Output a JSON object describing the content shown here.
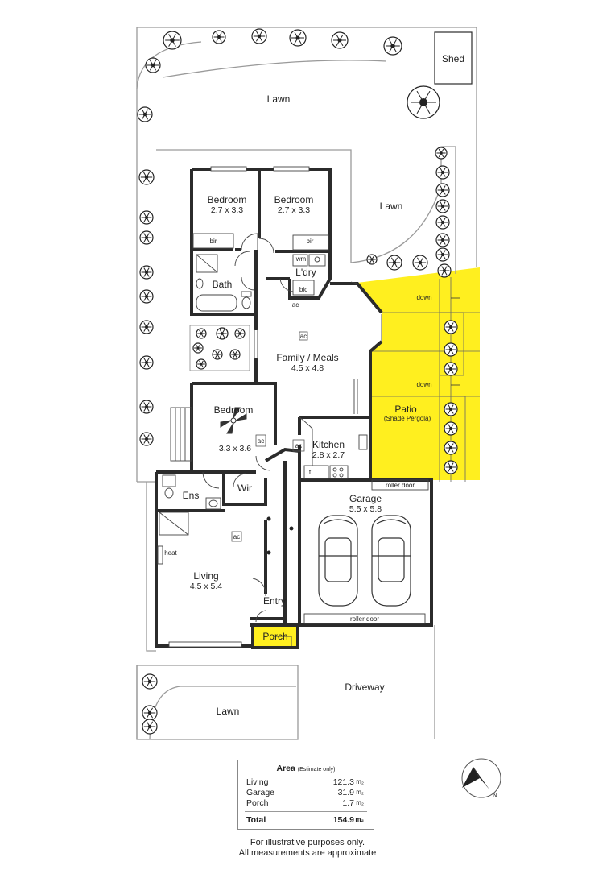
{
  "plan": {
    "rooms": {
      "lawn_top": "Lawn",
      "shed": "Shed",
      "lawn_right": "Lawn",
      "bedroom1_name": "Bedroom",
      "bedroom1_dim": "2.7 x 3.3",
      "bedroom2_name": "Bedroom",
      "bedroom2_dim": "2.7 x 3.3",
      "bath": "Bath",
      "laundry": "L'dry",
      "family_name": "Family / Meals",
      "family_dim": "4.5 x 4.8",
      "bedroom3_name": "Bedroom",
      "bedroom3_dim": "3.3 x 3.6",
      "kitchen_name": "Kitchen",
      "kitchen_dim": "2.8 x 2.7",
      "patio_name": "Patio",
      "patio_sub": "(Shade Pergola)",
      "ens": "Ens",
      "wir": "Wir",
      "garage_name": "Garage",
      "garage_dim": "5.5 x 5.8",
      "living_name": "Living",
      "living_dim": "4.5 x 5.4",
      "entry": "Entry",
      "porch": "Porch",
      "driveway": "Driveway",
      "lawn_bottom": "Lawn"
    },
    "labels": {
      "bir1": "bir",
      "bir2": "bir",
      "wm": "wm",
      "bic": "bic",
      "ac_hall": "ac",
      "ac_family": "ac",
      "ac_bedroom": "ac",
      "ac_kitchen": "ac",
      "ac_living": "ac",
      "heat": "heat",
      "fridge": "f",
      "roller_door_top": "roller door",
      "roller_door_bottom": "roller door",
      "down1": "down",
      "down2": "down"
    }
  },
  "area": {
    "title": "Area",
    "title_note": "(Estimate only)",
    "rows": [
      {
        "label": "Living",
        "value": "121.3",
        "unit": "m₂"
      },
      {
        "label": "Garage",
        "value": "31.9",
        "unit": "m₂"
      },
      {
        "label": "Porch",
        "value": "1.7",
        "unit": "m₂"
      }
    ],
    "total": {
      "label": "Total",
      "value": "154.9",
      "unit": "m₂"
    }
  },
  "disclaimer": {
    "line1": "For illustrative purposes only.",
    "line2": "All measurements are approximate"
  },
  "colors": {
    "patio": "#ffef1f",
    "wall": "#2b2b2b",
    "boundary": "#9a9a9a"
  }
}
